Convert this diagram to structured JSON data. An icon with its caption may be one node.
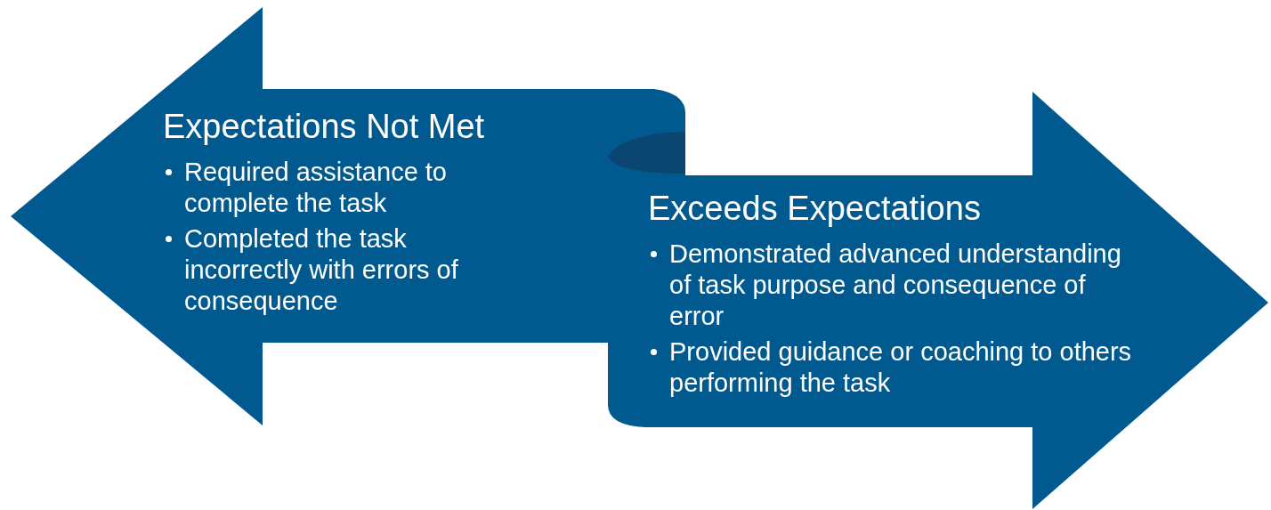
{
  "diagram": {
    "nodes": [
      {
        "text": [
          "Expectations Not Met",
          "Required assistance to complete the task",
          "Completed the task incorrectly with errors of consequence"
        ]
      },
      {
        "text": [
          "Exceeds Expectations",
          "Demonstrated advanced understanding of task purpose and consequence of error",
          "Provided guidance or coaching to others performing the task"
        ]
      }
    ]
  }
}
